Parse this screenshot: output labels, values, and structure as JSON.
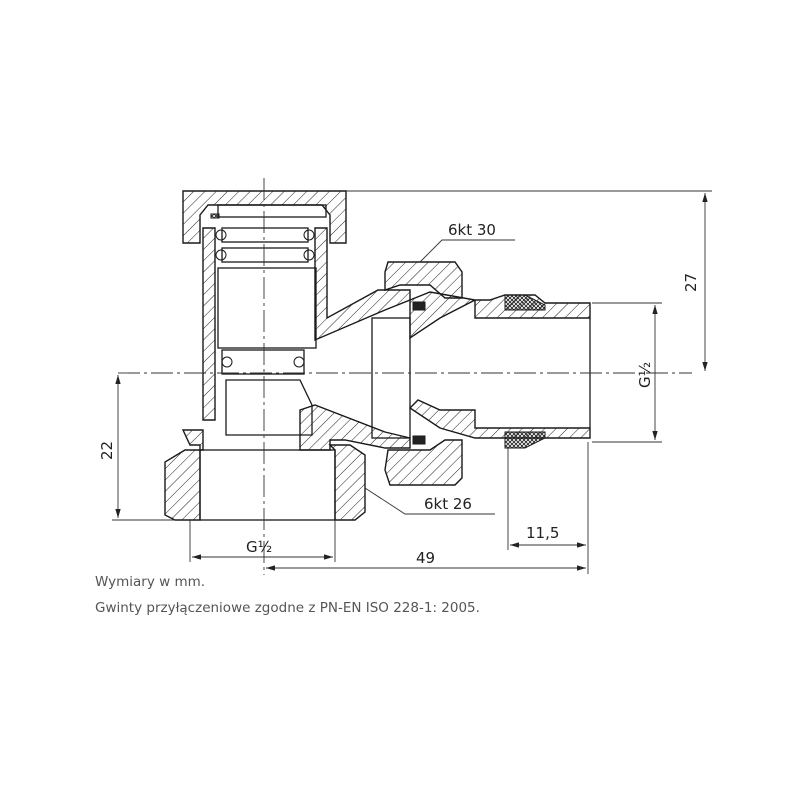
{
  "drawing": {
    "labels": {
      "hex_top": "6kt 30",
      "hex_bottom": "6kt 26",
      "dim_height_top": "27",
      "dim_thread_right": "G½",
      "dim_height_bottom": "22",
      "dim_thread_bottom": "G½",
      "dim_length": "49",
      "dim_tail": "11,5"
    }
  },
  "notes": {
    "units": "Wymiary w mm.",
    "threads": "Gwinty przyłączeniowe zgodne z PN-EN ISO 228-1: 2005."
  },
  "colors": {
    "line": "#1a1a1a",
    "seal": "#222222"
  }
}
